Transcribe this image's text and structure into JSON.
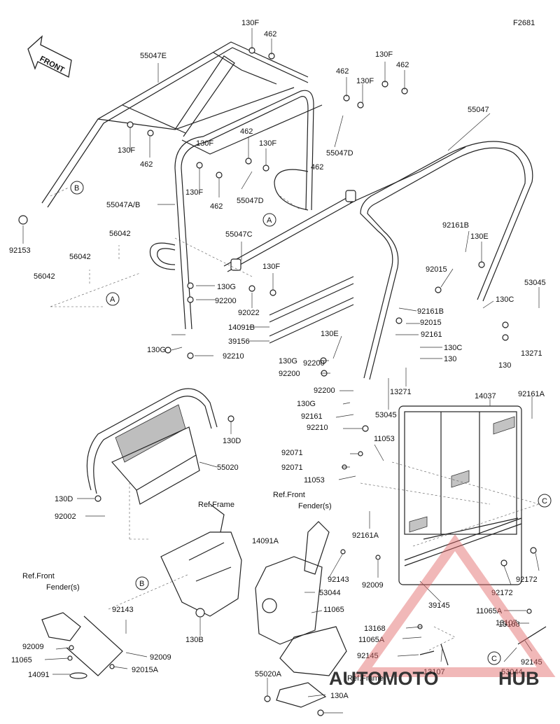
{
  "figure_code": "F2681",
  "front_label": "FRONT",
  "watermark": {
    "text_a": "AUTOMOTO",
    "text_b": "HUB",
    "color_a": "#d9534f",
    "color_b": "#333333"
  },
  "refs": {
    "ref_frame_1": "Ref.Frame",
    "ref_frame_2": "Ref.Frame",
    "ref_fender_1": [
      "Ref.Front",
      "Fender(s)"
    ],
    "ref_fender_2": [
      "Ref.Front",
      "Fender(s)"
    ]
  },
  "callout_letters": [
    "A",
    "A",
    "B",
    "B",
    "C",
    "C"
  ],
  "labels": [
    "130F",
    "462",
    "55047E",
    "130F",
    "462",
    "130F",
    "462",
    "462",
    "130F",
    "130F",
    "462",
    "55047D",
    "55047",
    "462",
    "130F",
    "130F",
    "462",
    "55047D",
    "55047A/B",
    "92153",
    "56042",
    "56042",
    "56042",
    "55047C",
    "130F",
    "130G",
    "92200",
    "92022",
    "92161B",
    "130E",
    "92015",
    "53045",
    "130C",
    "92161B",
    "92015",
    "92161",
    "13271",
    "130",
    "14091B",
    "39156",
    "130E",
    "92200",
    "92210",
    "130G",
    "130C",
    "130",
    "130G",
    "92200",
    "13271",
    "92200",
    "130G",
    "92161",
    "53045",
    "92210",
    "130D",
    "55020",
    "14037",
    "92161A",
    "11053",
    "92071",
    "92071",
    "11053",
    "130D",
    "92002",
    "92161A",
    "14091A",
    "92143",
    "92009",
    "53044",
    "11065",
    "92172",
    "92172",
    "39145",
    "11065A",
    "13168",
    "11065A",
    "13168",
    "13107",
    "92145",
    "13107",
    "92145",
    "53044",
    "92143",
    "92009",
    "11065",
    "14091",
    "92009",
    "92015A",
    "130B",
    "55020A",
    "130A"
  ]
}
